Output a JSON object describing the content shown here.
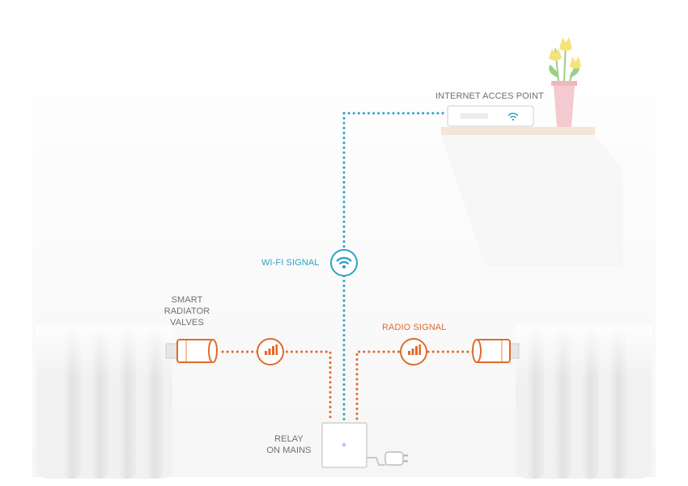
{
  "labels": {
    "access_point": "INTERNET ACCES POINT",
    "wifi_signal": "WI-FI SIGNAL",
    "radio_signal": "RADIO SIGNAL",
    "smart_valves_line1": "SMART",
    "smart_valves_line2": "RADIATOR",
    "smart_valves_line3": "VALVES",
    "relay_line1": "RELAY",
    "relay_line2": "ON MAINS"
  },
  "colors": {
    "wifi": "#2fa3c7",
    "radio": "#e06a2d",
    "shelf": "#f3e6d8",
    "pot": "#f4c9cf",
    "flower": "#f7e27a",
    "leaf": "#9ccf86",
    "radiator": "#e8e8e8"
  },
  "icons": {
    "wifi": "wifi-icon",
    "radio": "radio-signal-icon",
    "plug": "plug-icon"
  }
}
